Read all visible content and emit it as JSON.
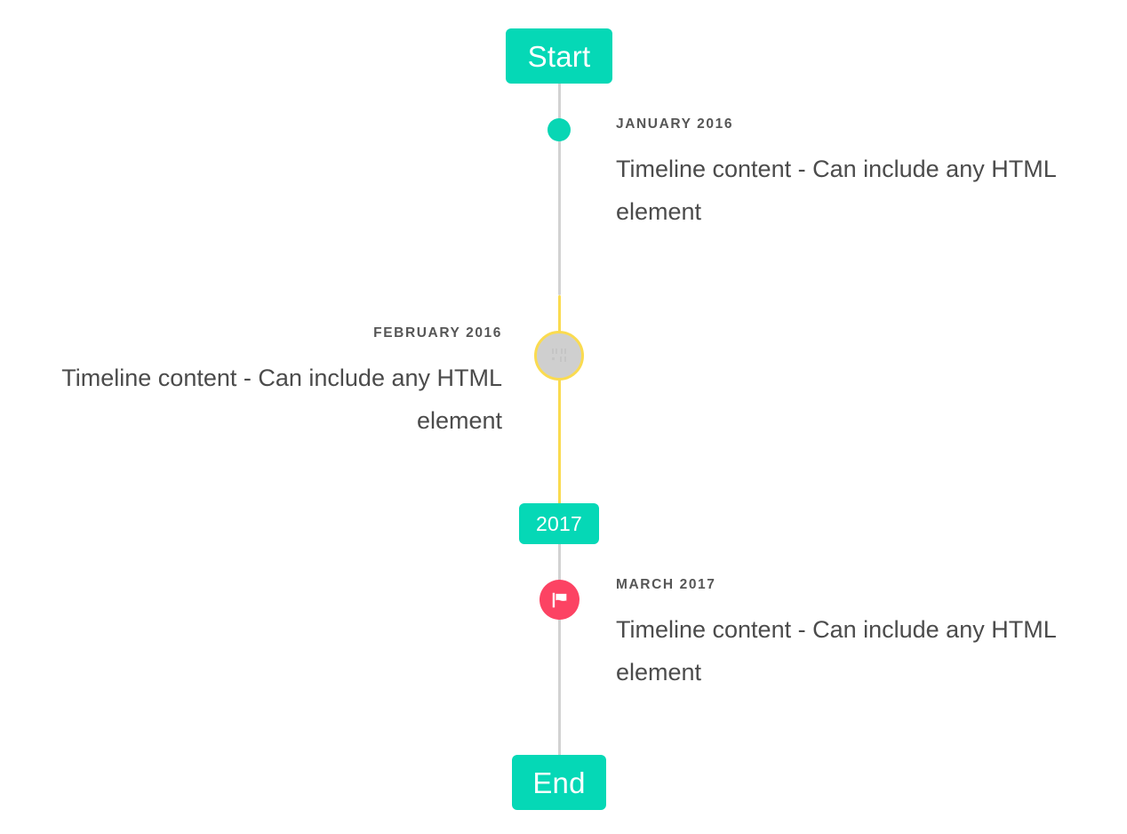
{
  "page": {
    "title": "Timeline",
    "background": "#ffffff"
  },
  "colors": {
    "accent_teal": "#05d8b6",
    "marker_green": "#08d6b4",
    "rail_gray": "#d2d2d2",
    "rail_yellow": "#fadb50",
    "marker_gray": "#cfcfcf",
    "marker_pink": "#fc4363",
    "date_text": "#565656",
    "body_text": "#4b4b4b"
  },
  "timeline": {
    "start_label": "Start",
    "end_label": "End",
    "year_divider_label": "2017",
    "events": [
      {
        "date": "JANUARY 2016",
        "body": "Timeline content - Can include any HTML element",
        "side": "right",
        "marker": "dot-marker"
      },
      {
        "date": "FEBRUARY 2016",
        "body": "Timeline content - Can include any HTML element",
        "side": "left",
        "marker": "broken-image-icon"
      },
      {
        "date": "MARCH 2017",
        "body": "Timeline content - Can include any HTML element",
        "side": "right",
        "marker": "flag-icon"
      }
    ]
  }
}
